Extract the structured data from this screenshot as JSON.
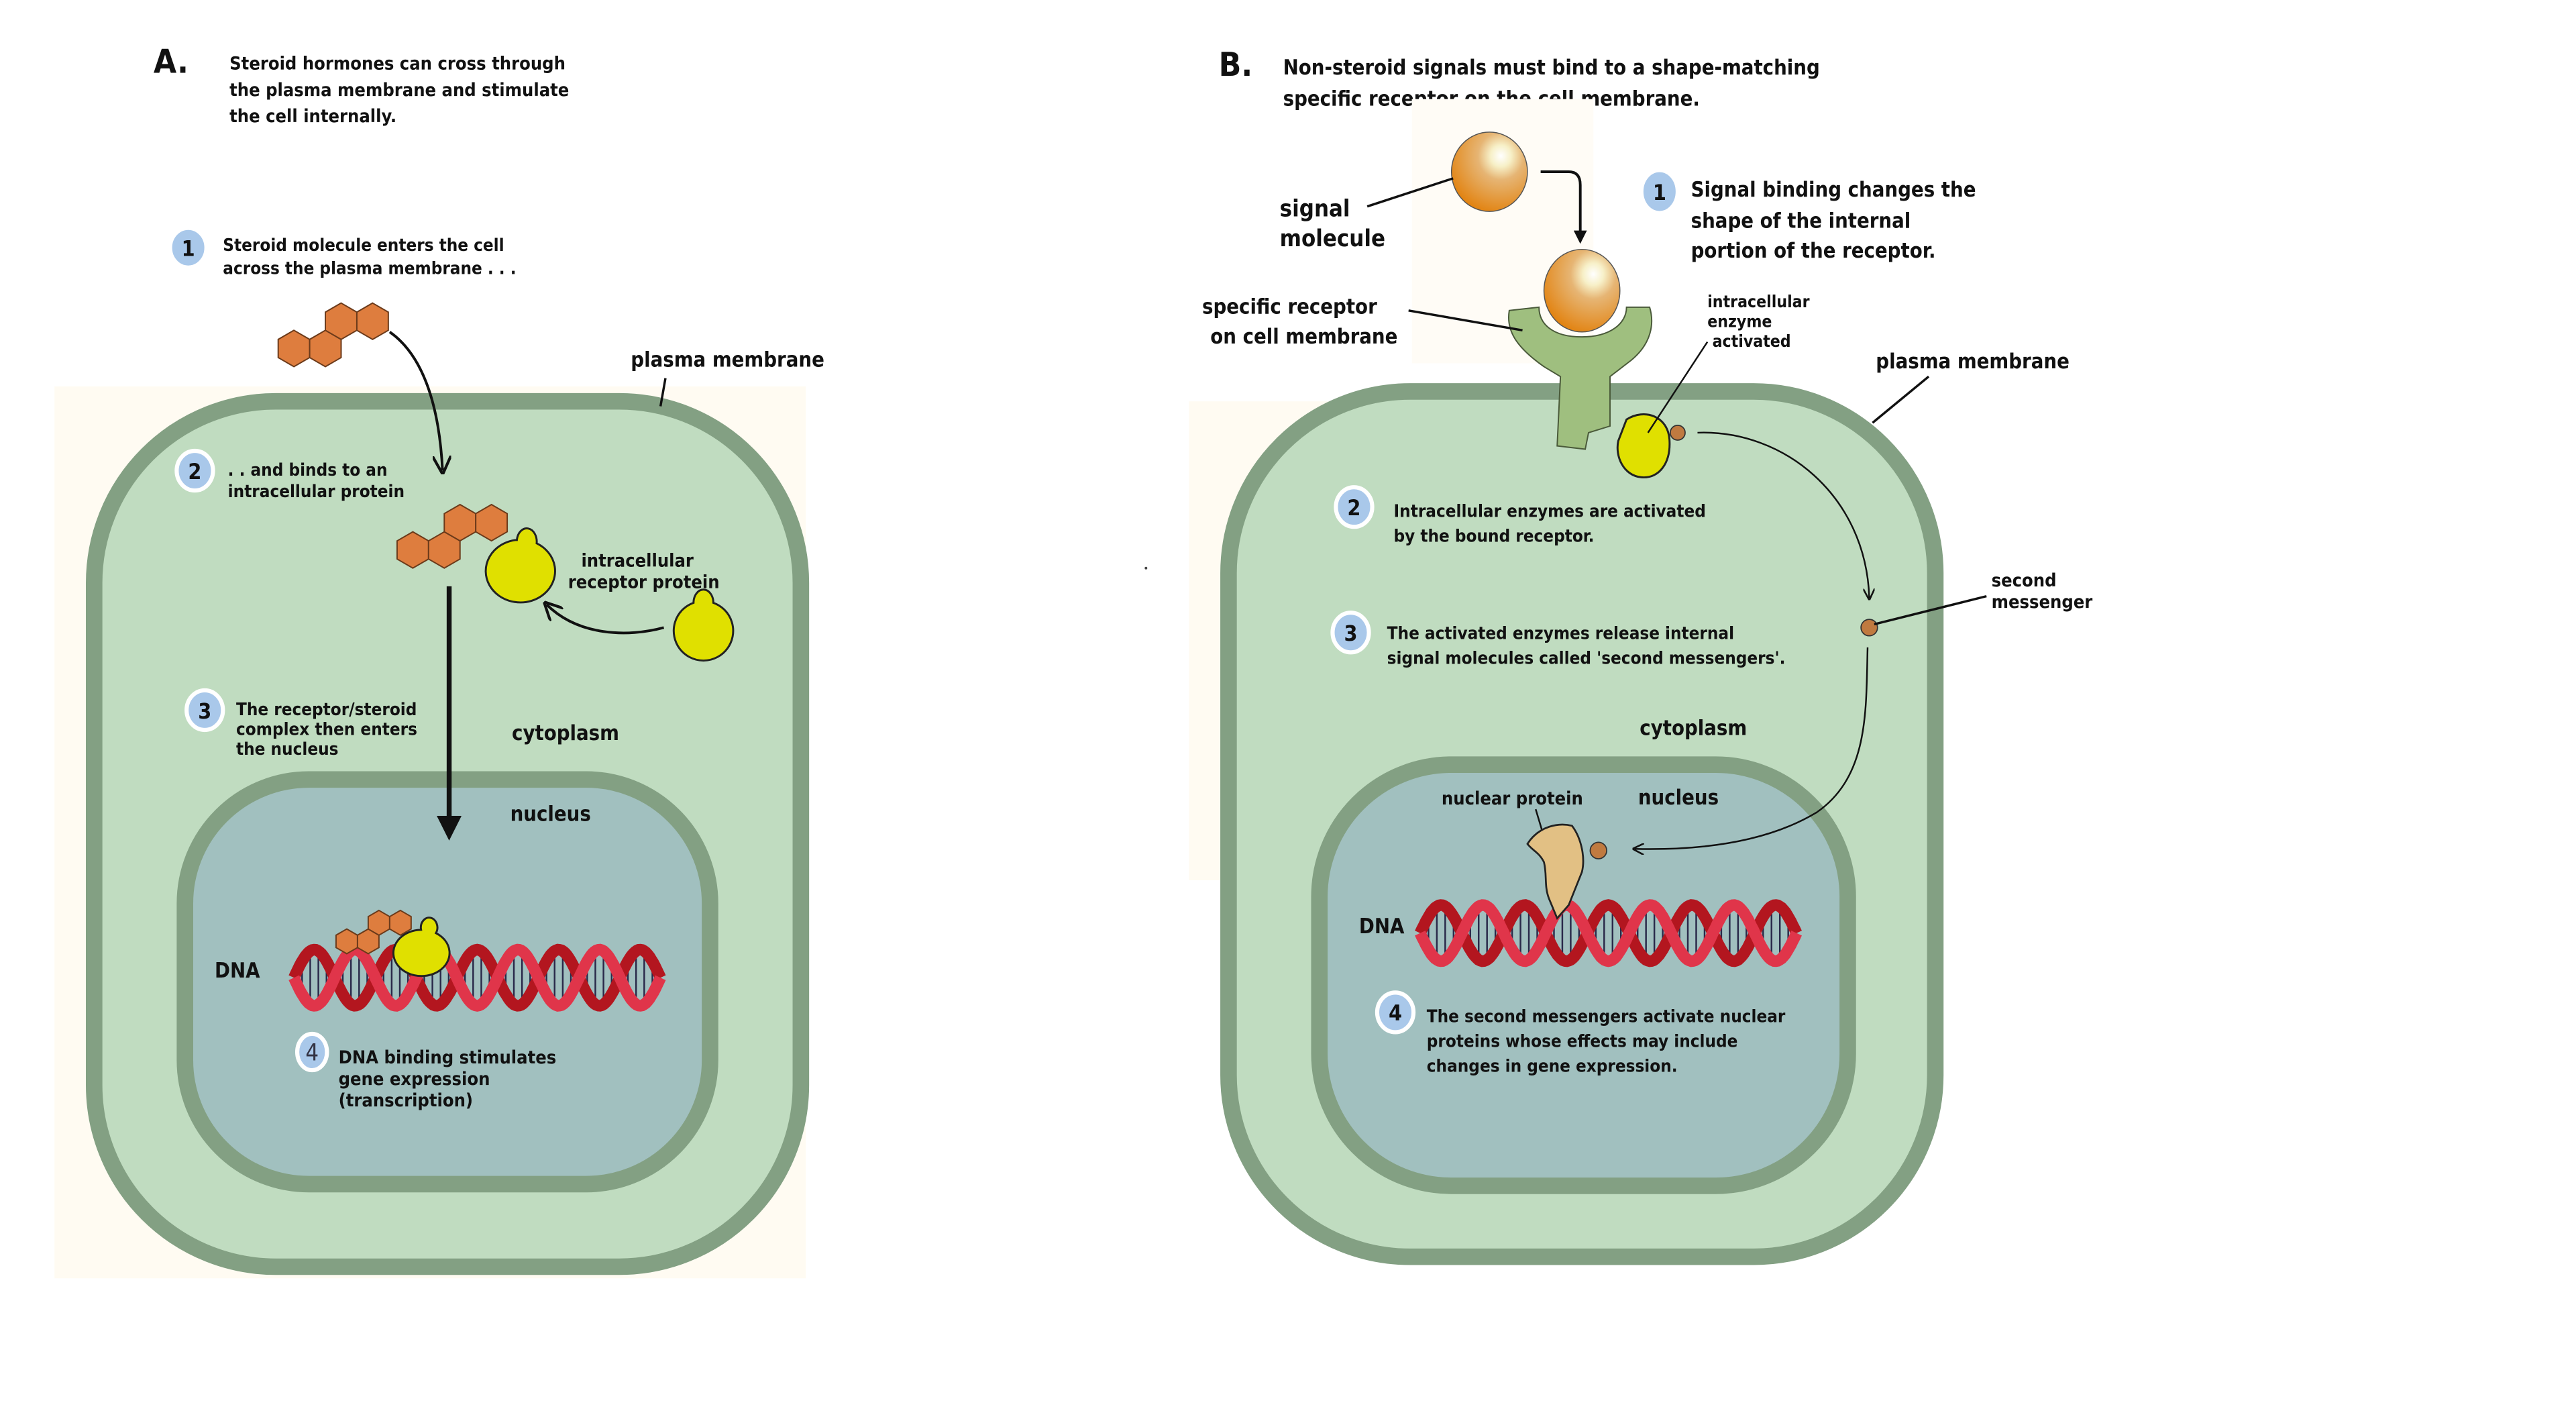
{
  "panel_a": {
    "letter": "A.",
    "heading": [
      "Steroid hormones can cross through",
      "the plasma membrane and stimulate",
      "the cell internally."
    ],
    "steps": [
      {
        "num": "1",
        "lines": [
          "Steroid molecule enters the cell",
          "  across the plasma membrane . . ."
        ]
      },
      {
        "num": "2",
        "lines": [
          ". . and binds to an",
          " intracellular protein"
        ]
      },
      {
        "num": "3",
        "lines": [
          "The receptor/steroid",
          "  complex then enters",
          "  the nucleus"
        ]
      },
      {
        "num": "4",
        "lines": [
          "DNA binding stimulates",
          " gene expression",
          "  (transcription)"
        ]
      }
    ],
    "labels": {
      "plasma_membrane": "plasma membrane",
      "receptor_line1": "intracellular",
      "receptor_line2": "receptor protein",
      "cytoplasm": "cytoplasm",
      "nucleus": "nucleus",
      "dna": "DNA"
    }
  },
  "panel_b": {
    "letter": "B.",
    "heading": [
      "Non-steroid signals must bind to a shape-matching",
      "specific receptor on the cell membrane."
    ],
    "steps": [
      {
        "num": "1",
        "lines": [
          "Signal binding changes the",
          " shape of the internal",
          " portion of the receptor."
        ]
      },
      {
        "num": "2",
        "lines": [
          "Intracellular enzymes are activated",
          " by the bound receptor."
        ]
      },
      {
        "num": "3",
        "lines": [
          "The activated enzymes release internal",
          "  signal molecules called 'second messengers'."
        ]
      },
      {
        "num": "4",
        "lines": [
          "The second messengers activate nuclear",
          " proteins whose effects may include",
          " changes in gene expression."
        ]
      }
    ],
    "labels": {
      "signal_line1": "signal",
      "signal_line2": "molecule",
      "receptor_line1": "specific receptor",
      "receptor_line2": "on cell membrane",
      "enzyme_line1": "intracellular",
      "enzyme_line2": "enzyme",
      "enzyme_line3": "activated",
      "plasma_membrane": "plasma membrane",
      "second_line1": "second",
      "second_line2": "messenger",
      "cytoplasm": "cytoplasm",
      "nuclear_protein": "nuclear protein",
      "nucleus": "nucleus",
      "dna": "DNA"
    }
  },
  "colors": {
    "cytoplasm": "#c0dcc0",
    "membrane": "#83a083",
    "nucleoplasm": "#a1c0bf",
    "steroid": "#de7d3e",
    "receptor_protein": "#e0e000",
    "badge": "#a9c8ea",
    "dna_red": "#b3161f",
    "nuclear_protein": "#e2c084",
    "second_messenger": "#c07a40"
  }
}
